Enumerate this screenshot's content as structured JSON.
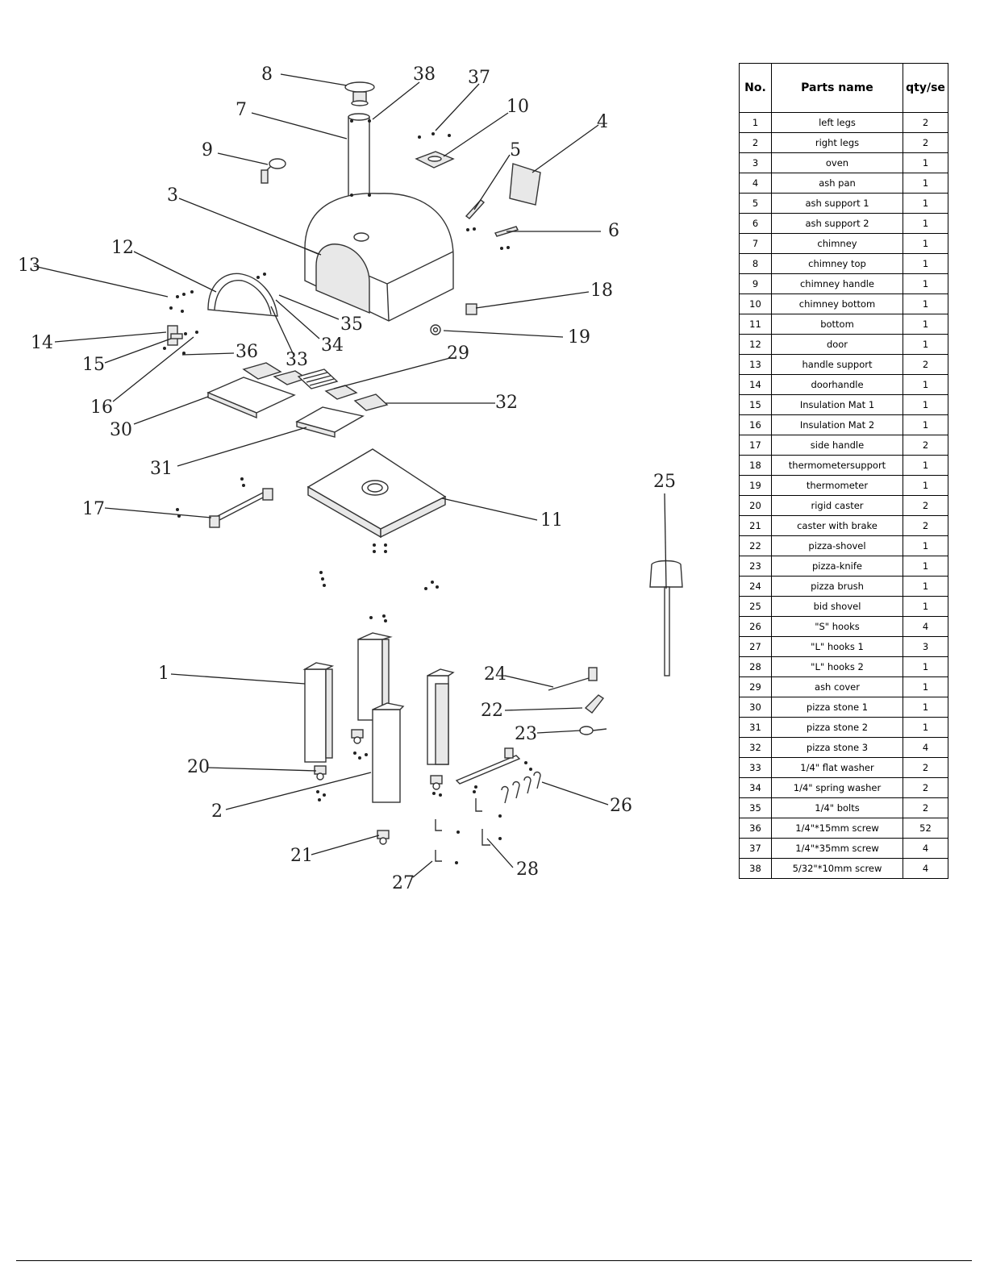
{
  "table": {
    "headers": [
      "No.",
      "Parts name",
      "qty/se"
    ],
    "rows": [
      {
        "no": "1",
        "name": "left legs",
        "qty": "2"
      },
      {
        "no": "2",
        "name": "right legs",
        "qty": "2"
      },
      {
        "no": "3",
        "name": "oven",
        "qty": "1"
      },
      {
        "no": "4",
        "name": "ash pan",
        "qty": "1"
      },
      {
        "no": "5",
        "name": "ash support 1",
        "qty": "1"
      },
      {
        "no": "6",
        "name": "ash support 2",
        "qty": "1"
      },
      {
        "no": "7",
        "name": "chimney",
        "qty": "1"
      },
      {
        "no": "8",
        "name": "chimney top",
        "qty": "1"
      },
      {
        "no": "9",
        "name": "chimney handle",
        "qty": "1"
      },
      {
        "no": "10",
        "name": "chimney bottom",
        "qty": "1"
      },
      {
        "no": "11",
        "name": "bottom",
        "qty": "1"
      },
      {
        "no": "12",
        "name": "door",
        "qty": "1"
      },
      {
        "no": "13",
        "name": "handle support",
        "qty": "2"
      },
      {
        "no": "14",
        "name": "doorhandle",
        "qty": "1"
      },
      {
        "no": "15",
        "name": "Insulation Mat 1",
        "qty": "1"
      },
      {
        "no": "16",
        "name": "Insulation Mat 2",
        "qty": "1"
      },
      {
        "no": "17",
        "name": "side handle",
        "qty": "2"
      },
      {
        "no": "18",
        "name": "thermometersupport",
        "qty": "1"
      },
      {
        "no": "19",
        "name": "thermometer",
        "qty": "1"
      },
      {
        "no": "20",
        "name": "rigid caster",
        "qty": "2"
      },
      {
        "no": "21",
        "name": "caster with brake",
        "qty": "2"
      },
      {
        "no": "22",
        "name": "pizza-shovel",
        "qty": "1"
      },
      {
        "no": "23",
        "name": "pizza-knife",
        "qty": "1"
      },
      {
        "no": "24",
        "name": "pizza brush",
        "qty": "1"
      },
      {
        "no": "25",
        "name": "bid shovel",
        "qty": "1"
      },
      {
        "no": "26",
        "name": "\"S\" hooks",
        "qty": "4"
      },
      {
        "no": "27",
        "name": "\"L\" hooks 1",
        "qty": "3"
      },
      {
        "no": "28",
        "name": "\"L\" hooks 2",
        "qty": "1"
      },
      {
        "no": "29",
        "name": "ash cover",
        "qty": "1"
      },
      {
        "no": "30",
        "name": "pizza stone 1",
        "qty": "1"
      },
      {
        "no": "31",
        "name": "pizza stone 2",
        "qty": "1"
      },
      {
        "no": "32",
        "name": "pizza stone 3",
        "qty": "4"
      },
      {
        "no": "33",
        "name": "1/4\" flat washer",
        "qty": "2"
      },
      {
        "no": "34",
        "name": "1/4\" spring washer",
        "qty": "2"
      },
      {
        "no": "35",
        "name": "1/4\" bolts",
        "qty": "2"
      },
      {
        "no": "36",
        "name": "1/4\"*15mm screw",
        "qty": "52"
      },
      {
        "no": "37",
        "name": "1/4\"*35mm screw",
        "qty": "4"
      },
      {
        "no": "38",
        "name": "5/32\"*10mm screw",
        "qty": "4"
      }
    ]
  },
  "callouts": [
    "8",
    "38",
    "37",
    "7",
    "10",
    "4",
    "9",
    "5",
    "3",
    "6",
    "12",
    "13",
    "18",
    "35",
    "34",
    "19",
    "14",
    "15",
    "36",
    "33",
    "16",
    "29",
    "32",
    "30",
    "31",
    "25",
    "17",
    "11",
    "1",
    "24",
    "22",
    "23",
    "20",
    "26",
    "2",
    "21",
    "28",
    "27"
  ]
}
